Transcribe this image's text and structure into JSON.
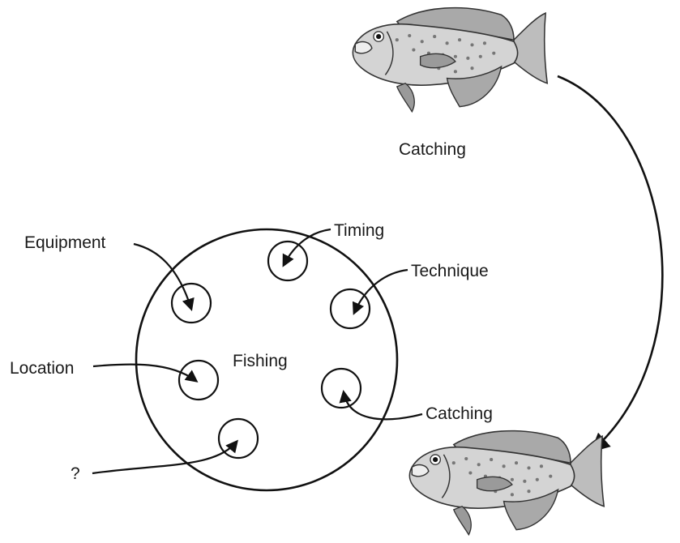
{
  "diagram": {
    "center_label": "Fishing",
    "top_fish_caption": "Catching",
    "labels": {
      "equipment": "Equipment",
      "timing": "Timing",
      "technique": "Technique",
      "location": "Location",
      "catching": "Catching",
      "unknown": "?"
    },
    "icons": {
      "top_fish": "crappie-fish-icon",
      "bottom_fish": "crappie-fish-icon"
    }
  }
}
